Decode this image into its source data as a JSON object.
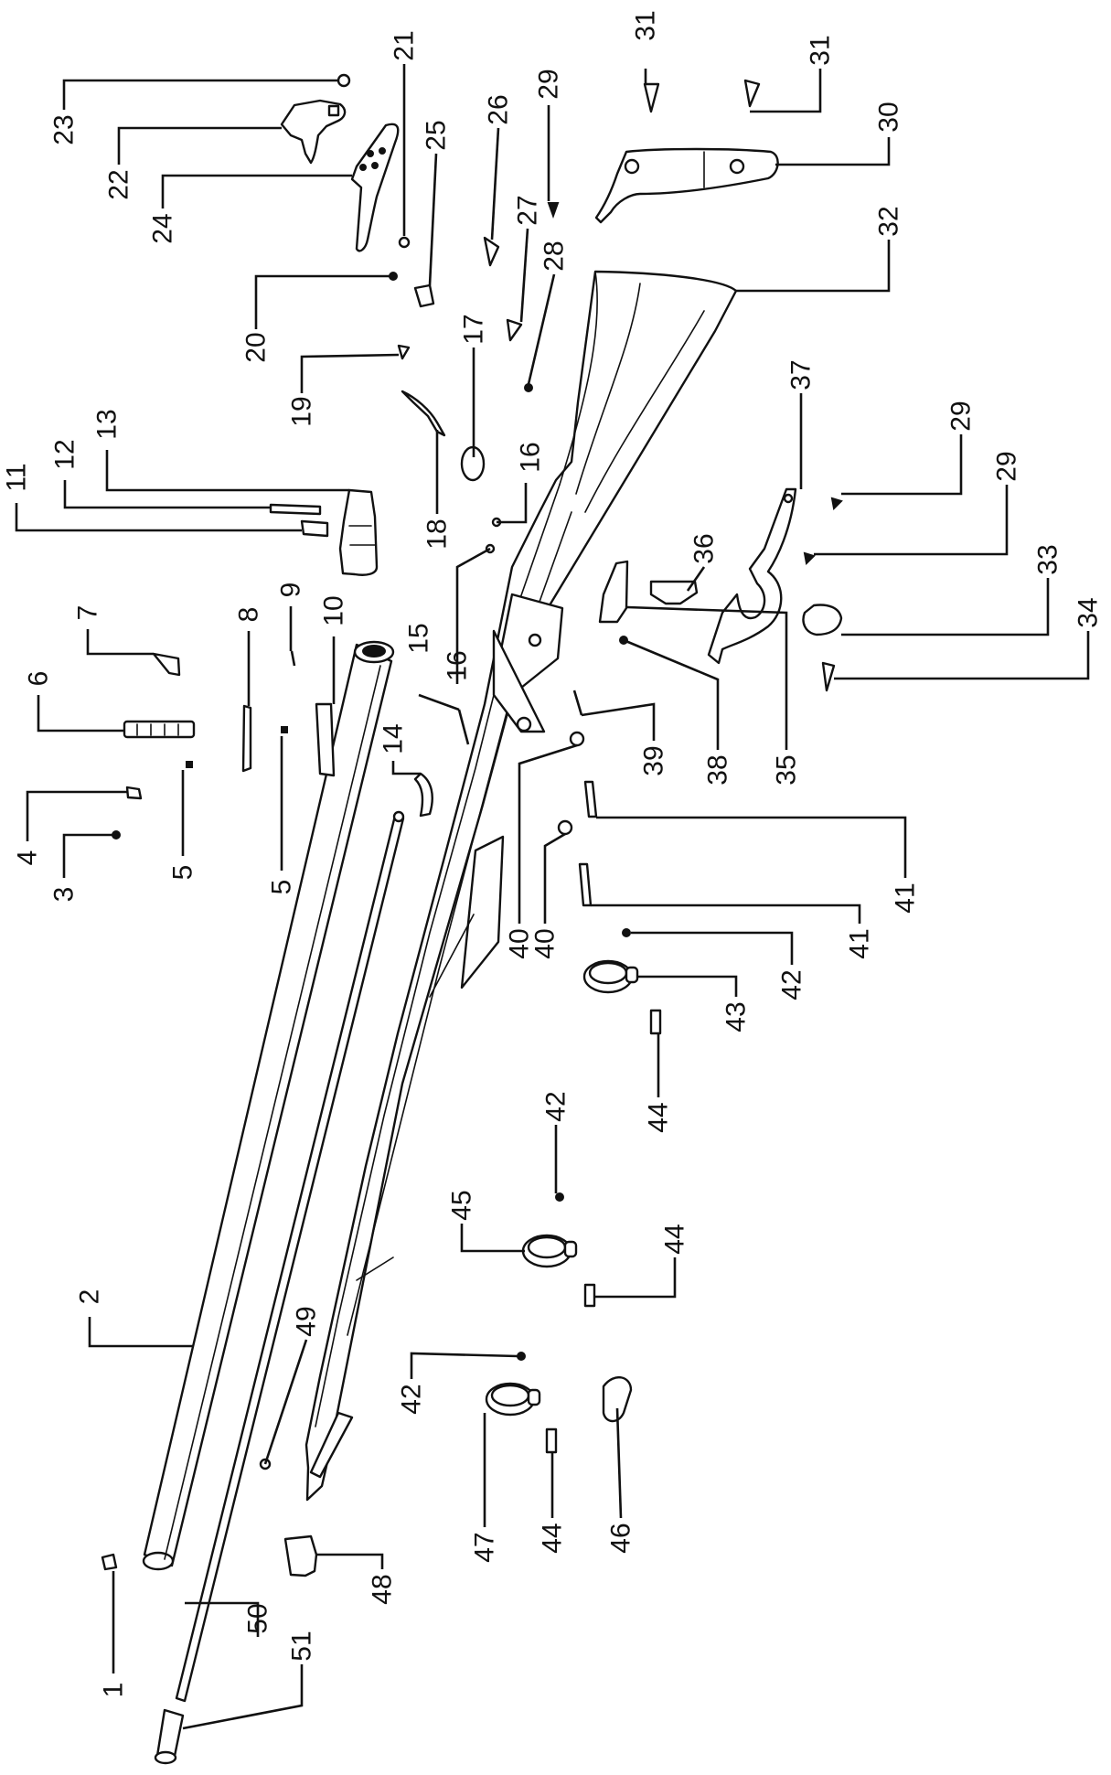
{
  "diagram": {
    "callouts": [
      {
        "id": "c01",
        "number": "1"
      },
      {
        "id": "c02",
        "number": "2"
      },
      {
        "id": "c03",
        "number": "3"
      },
      {
        "id": "c04",
        "number": "4"
      },
      {
        "id": "c05a",
        "number": "5"
      },
      {
        "id": "c05b",
        "number": "5"
      },
      {
        "id": "c06",
        "number": "6"
      },
      {
        "id": "c07",
        "number": "7"
      },
      {
        "id": "c08",
        "number": "8"
      },
      {
        "id": "c09",
        "number": "9"
      },
      {
        "id": "c10",
        "number": "10"
      },
      {
        "id": "c11",
        "number": "11"
      },
      {
        "id": "c12",
        "number": "12"
      },
      {
        "id": "c13",
        "number": "13"
      },
      {
        "id": "c14",
        "number": "14"
      },
      {
        "id": "c15",
        "number": "15"
      },
      {
        "id": "c16a",
        "number": "16"
      },
      {
        "id": "c16b",
        "number": "16"
      },
      {
        "id": "c17",
        "number": "17"
      },
      {
        "id": "c18",
        "number": "18"
      },
      {
        "id": "c19",
        "number": "19"
      },
      {
        "id": "c20",
        "number": "20"
      },
      {
        "id": "c21",
        "number": "21"
      },
      {
        "id": "c22",
        "number": "22"
      },
      {
        "id": "c23",
        "number": "23"
      },
      {
        "id": "c24",
        "number": "24"
      },
      {
        "id": "c25",
        "number": "25"
      },
      {
        "id": "c26",
        "number": "26"
      },
      {
        "id": "c27",
        "number": "27"
      },
      {
        "id": "c28",
        "number": "28"
      },
      {
        "id": "c29a",
        "number": "29"
      },
      {
        "id": "c29b",
        "number": "29"
      },
      {
        "id": "c29c",
        "number": "29"
      },
      {
        "id": "c30",
        "number": "30"
      },
      {
        "id": "c31a",
        "number": "31"
      },
      {
        "id": "c31b",
        "number": "31"
      },
      {
        "id": "c32",
        "number": "32"
      },
      {
        "id": "c33",
        "number": "33"
      },
      {
        "id": "c34",
        "number": "34"
      },
      {
        "id": "c35",
        "number": "35"
      },
      {
        "id": "c36",
        "number": "36"
      },
      {
        "id": "c37",
        "number": "37"
      },
      {
        "id": "c38",
        "number": "38"
      },
      {
        "id": "c39",
        "number": "39"
      },
      {
        "id": "c40a",
        "number": "40"
      },
      {
        "id": "c40b",
        "number": "40"
      },
      {
        "id": "c41a",
        "number": "41"
      },
      {
        "id": "c41b",
        "number": "41"
      },
      {
        "id": "c42a",
        "number": "42"
      },
      {
        "id": "c42b",
        "number": "42"
      },
      {
        "id": "c42c",
        "number": "42"
      },
      {
        "id": "c43",
        "number": "43"
      },
      {
        "id": "c44a",
        "number": "44"
      },
      {
        "id": "c44b",
        "number": "44"
      },
      {
        "id": "c44c",
        "number": "44"
      },
      {
        "id": "c45",
        "number": "45"
      },
      {
        "id": "c46",
        "number": "46"
      },
      {
        "id": "c47",
        "number": "47"
      },
      {
        "id": "c48",
        "number": "48"
      },
      {
        "id": "c49",
        "number": "49"
      },
      {
        "id": "c50",
        "number": "50"
      },
      {
        "id": "c51",
        "number": "51"
      }
    ]
  }
}
